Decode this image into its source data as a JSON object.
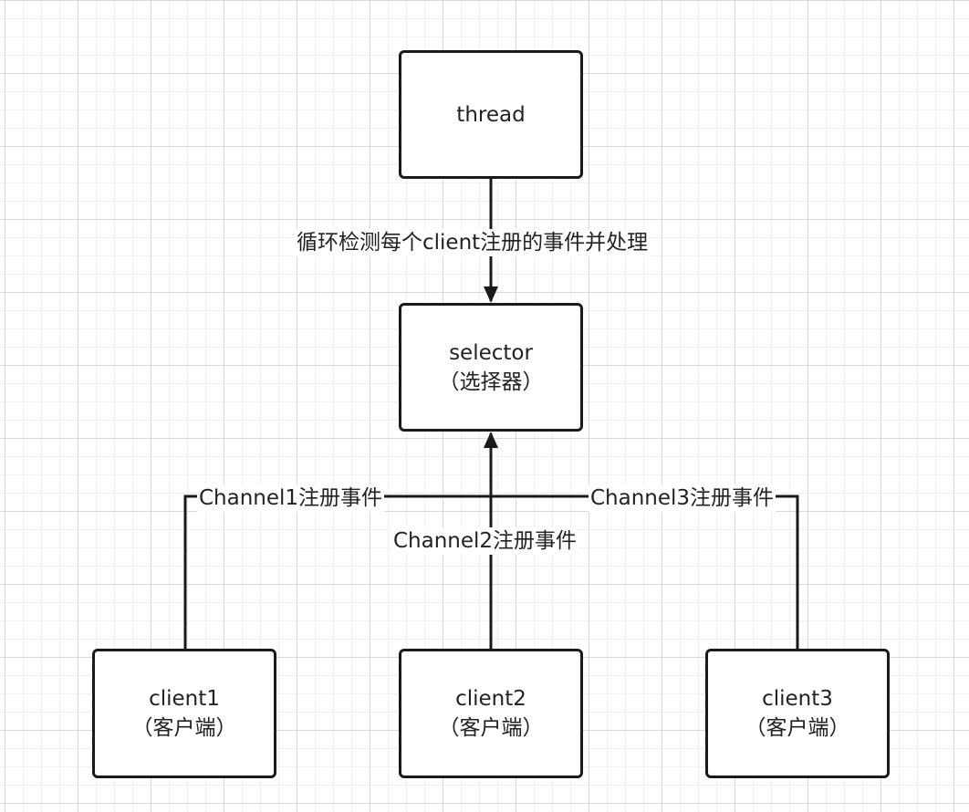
{
  "nodes": {
    "thread": {
      "label": "thread"
    },
    "selector": {
      "label": "selector",
      "sublabel": "（选择器）"
    },
    "client1": {
      "label": "client1",
      "sublabel": "（客户端）"
    },
    "client2": {
      "label": "client2",
      "sublabel": "（客户端）"
    },
    "client3": {
      "label": "client3",
      "sublabel": "（客户端）"
    }
  },
  "edges": {
    "thread_selector": "循环检测每个client注册的事件并处理",
    "client1": "Channel1注册事件",
    "client2": "Channel2注册事件",
    "client3": "Channel3注册事件"
  },
  "colors": {
    "stroke": "#1a1a1a",
    "text": "#222222",
    "background": "#ffffff"
  }
}
